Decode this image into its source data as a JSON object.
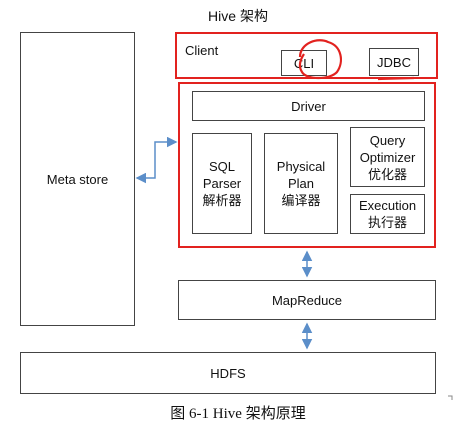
{
  "title": "Hive 架构",
  "meta_store": "Meta store",
  "client": {
    "label": "Client",
    "cli": "CLI",
    "jdbc": "JDBC"
  },
  "driver": "Driver",
  "modules": {
    "sql_parser": "SQL\nParser\n解析器",
    "physical_plan": "Physical\nPlan\n编译器",
    "query_optimizer": "Query\nOptimizer\n优化器",
    "execution": "Execution\n执行器"
  },
  "mapreduce": "MapReduce",
  "hdfs": "HDFS",
  "caption": "图 6-1 Hive 架构原理",
  "colors": {
    "annotation_red": "#e2221f",
    "arrow_blue": "#5b8ec9",
    "border": "#444444"
  }
}
